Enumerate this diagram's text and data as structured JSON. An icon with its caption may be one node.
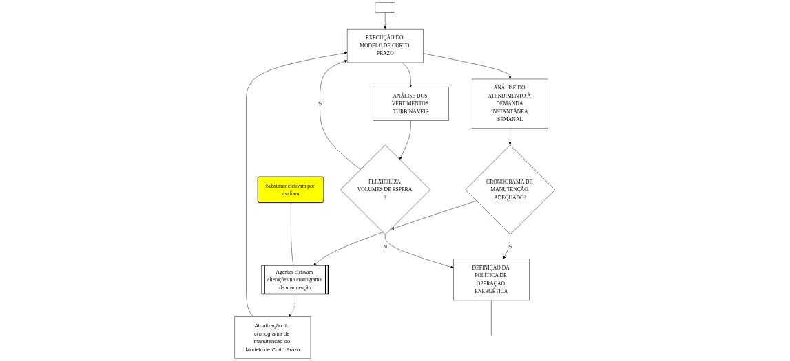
{
  "diagram": {
    "nodes": [
      {
        "text": [],
        "shape": "box"
      },
      {
        "text": [
          "Atualização do cronograma de manutenção do Modelo de Curto Prazo"
        ]
      },
      {
        "text": [
          "EXECUÇÃO DO MODELO DE CURTO PRAZO"
        ]
      },
      {
        "text": [
          "ANÁLISE DO ATENDIMENTO À DEMANDA INSTANTÂNEA SEMANAL"
        ]
      },
      {
        "text": [
          "ANÁLISE DOS VERTIMENTOS TURBINÁVEIS"
        ]
      },
      {
        "text": [
          "Substituir efetivam por avaliam"
        ]
      },
      {
        "text": [
          "Agentes efetivam alterações no cronograma de manutenção"
        ]
      },
      {
        "text": [
          "CRONOGRAMA DE MANUTENÇÃO ADEQUADO?"
        ]
      },
      {
        "text": [
          "FLEXIBILIZA VOLUMES DE ESPERA ?"
        ]
      },
      {
        "text": [
          "DEFINIÇÃO DA POLÍTICA DE OPERAÇÃO ENERGÉTICA"
        ]
      }
    ],
    "edges": [
      {
        "from": 0,
        "to": 2,
        "arrow": "to"
      },
      {
        "from": 1,
        "to": 2,
        "arrow": "to"
      },
      {
        "from": 8,
        "to": 2,
        "arrow": "to",
        "label": "S"
      },
      {
        "from": 2,
        "to": 3,
        "arrow": "to"
      },
      {
        "from": 2,
        "to": 4,
        "arrow": "to"
      },
      {
        "from": 3,
        "to": 7,
        "arrow": "to"
      },
      {
        "from": 4,
        "to": 8,
        "arrow": "to"
      },
      {
        "from": 7,
        "to": 6,
        "arrow": "to",
        "label": "N"
      },
      {
        "from": 7,
        "to": 9,
        "arrow": "to",
        "label": "S"
      },
      {
        "from": 8,
        "to": 9,
        "arrow": "to",
        "label": "N"
      },
      {
        "from": 6,
        "to": 1,
        "arrow": "to",
        "style": "dashed"
      },
      {
        "from": 5,
        "to": 6,
        "arrow": "none"
      },
      {
        "from": 9,
        "to": null,
        "arrow": "none"
      }
    ]
  }
}
